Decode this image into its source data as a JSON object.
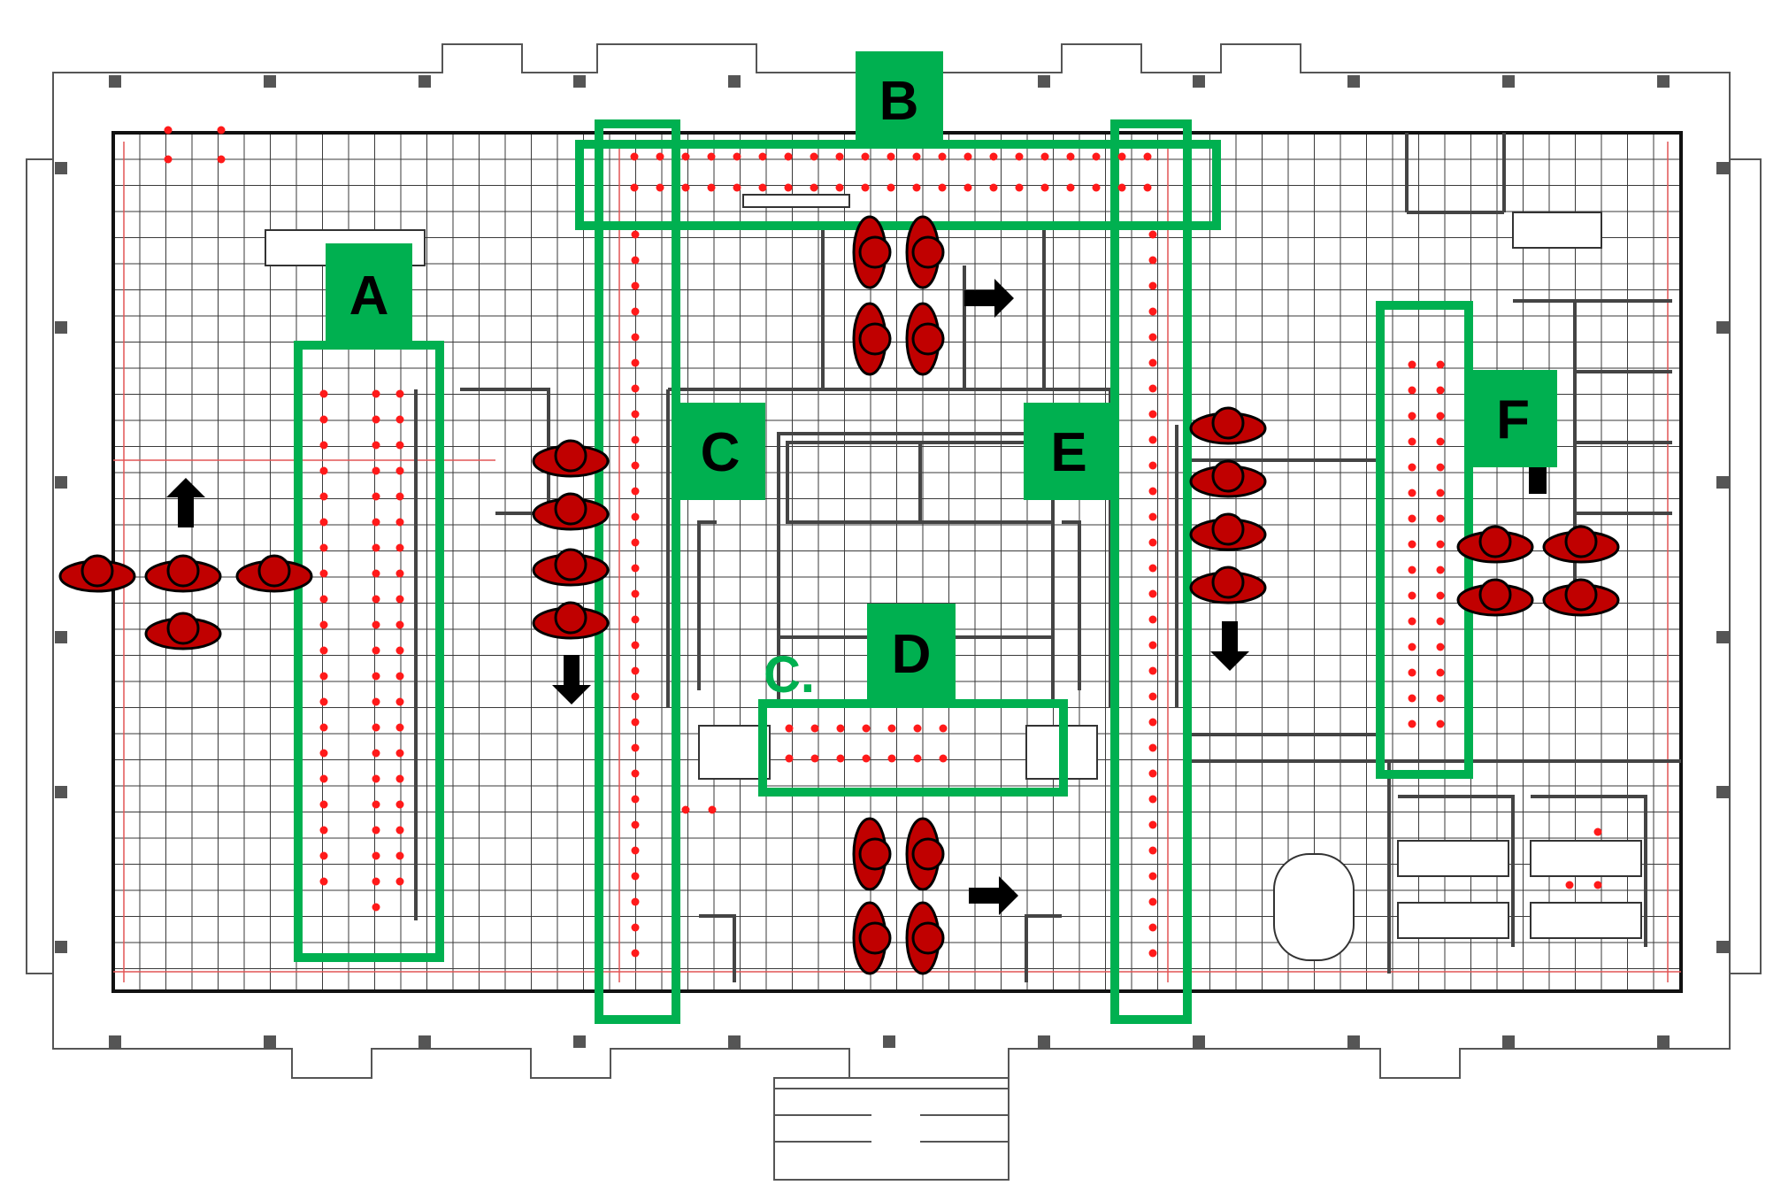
{
  "colors": {
    "zone": "#00b050",
    "wall": "#444444",
    "grid": "#3a3a3a",
    "dimension": "#e25555",
    "dot": "#ff1a1a",
    "person_fill": "#c00000",
    "person_outline": "#000000",
    "arrow": "#000000"
  },
  "icons": {
    "person": "person-topdown-icon",
    "arrow": "direction-arrow-icon"
  },
  "zones": [
    {
      "id": "A",
      "label": "A"
    },
    {
      "id": "B",
      "label": "B"
    },
    {
      "id": "C",
      "label": "C"
    },
    {
      "id": "D",
      "label": "D"
    },
    {
      "id": "E",
      "label": "E"
    },
    {
      "id": "F",
      "label": "F"
    }
  ],
  "extra_label": "C."
}
